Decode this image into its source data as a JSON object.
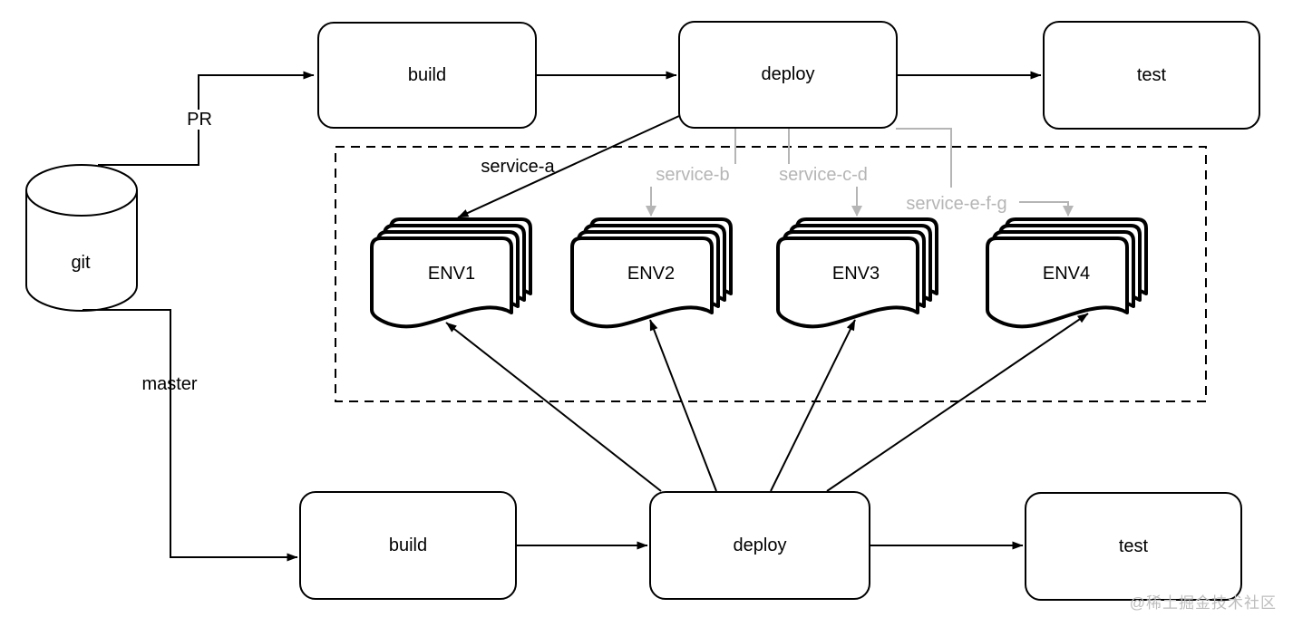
{
  "diagram": {
    "source": {
      "label": "git"
    },
    "branches": {
      "pr": "PR",
      "master": "master"
    },
    "top_pipeline": {
      "build": "build",
      "deploy": "deploy",
      "test": "test"
    },
    "bottom_pipeline": {
      "build": "build",
      "deploy": "deploy",
      "test": "test"
    },
    "environments": [
      "ENV1",
      "ENV2",
      "ENV3",
      "ENV4"
    ],
    "service_routes": {
      "service_a": "service-a",
      "service_b": "service-b",
      "service_c_d": "service-c-d",
      "service_e_f_g": "service-e-f-g"
    },
    "watermark": "@稀土掘金技术社区",
    "colors": {
      "primary_line": "#000000",
      "muted_line": "#b5b5b5",
      "background": "#ffffff"
    }
  }
}
